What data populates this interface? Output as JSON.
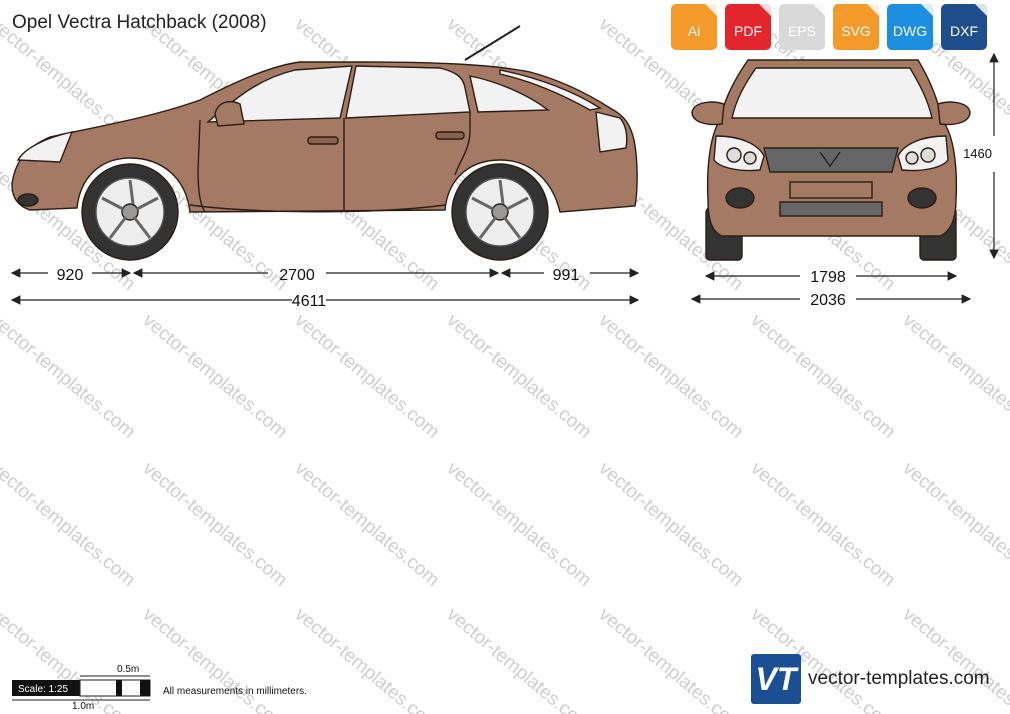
{
  "title": "Opel Vectra Hatchback (2008)",
  "formats": [
    {
      "label": "Ai",
      "color": "#f39a2b",
      "icon": "ai-file-icon"
    },
    {
      "label": "PDF",
      "color": "#e3262d",
      "icon": "pdf-file-icon"
    },
    {
      "label": "EPS",
      "color": "#d9d9d9",
      "icon": "eps-file-icon"
    },
    {
      "label": "SVG",
      "color": "#f39a2b",
      "icon": "svg-file-icon"
    },
    {
      "label": "DWG",
      "color": "#1d8fe0",
      "icon": "dwg-file-icon"
    },
    {
      "label": "DXF",
      "color": "#1e4f8c",
      "icon": "dxf-file-icon"
    }
  ],
  "dimensions": {
    "front_overhang": "920",
    "wheelbase": "2700",
    "rear_overhang": "991",
    "length": "4611",
    "track": "1798",
    "width": "2036",
    "height": "1460"
  },
  "scale": {
    "label": "Scale: 1:25",
    "half_meter": "0.5m",
    "meter": "1.0m"
  },
  "note": "All measurements in millimeters.",
  "brand": {
    "logo": "VT",
    "text": "vector-templates.com"
  },
  "watermark": "vector-templates.com",
  "colors": {
    "body": "#a47a64",
    "outline": "#2b1d15",
    "glass": "#f2f2f2",
    "tire": "#333333"
  }
}
